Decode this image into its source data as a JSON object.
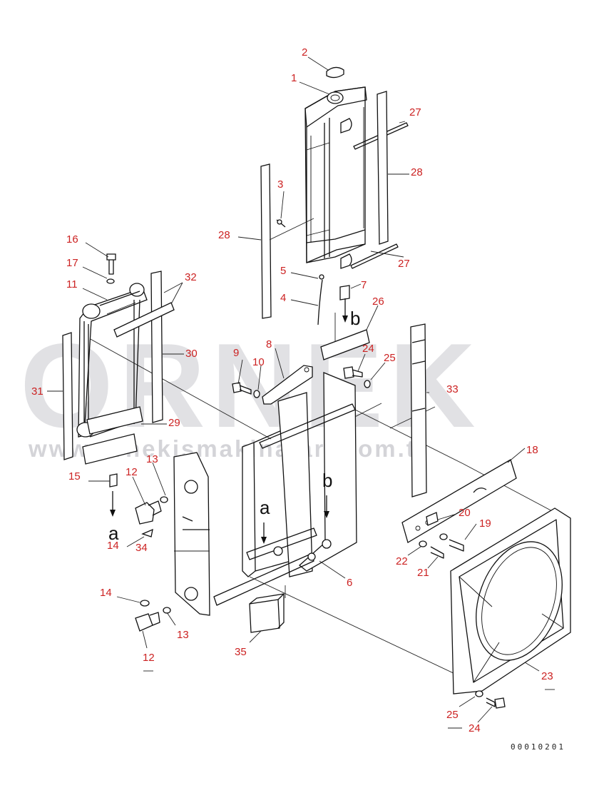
{
  "watermark": {
    "brand": "ORNEK",
    "url": "www.ornekismakinalari.com.tr"
  },
  "drawing_code": "00010201",
  "flow_letters": {
    "a_upper": "a",
    "a_lower": "a",
    "b_upper": "b",
    "b_lower": "b"
  },
  "callouts": {
    "p1": "1",
    "p2": "2",
    "p3": "3",
    "p4": "4",
    "p5": "5",
    "p6": "6",
    "p7": "7",
    "p8": "8",
    "p9": "9",
    "p10": "10",
    "p11": "11",
    "p12a": "12",
    "p12b": "12",
    "p13a": "13",
    "p13b": "13",
    "p14a": "14",
    "p14b": "14",
    "p15": "15",
    "p16": "16",
    "p17": "17",
    "p18": "18",
    "p19": "19",
    "p20": "20",
    "p21": "21",
    "p22": "22",
    "p23": "23",
    "p24a": "24",
    "p24b": "24",
    "p25a": "25",
    "p25b": "25",
    "p26": "26",
    "p27a": "27",
    "p27b": "27",
    "p28a": "28",
    "p28b": "28",
    "p29": "29",
    "p30": "30",
    "p31": "31",
    "p32": "32",
    "p33": "33",
    "p34": "34",
    "p35": "35"
  }
}
